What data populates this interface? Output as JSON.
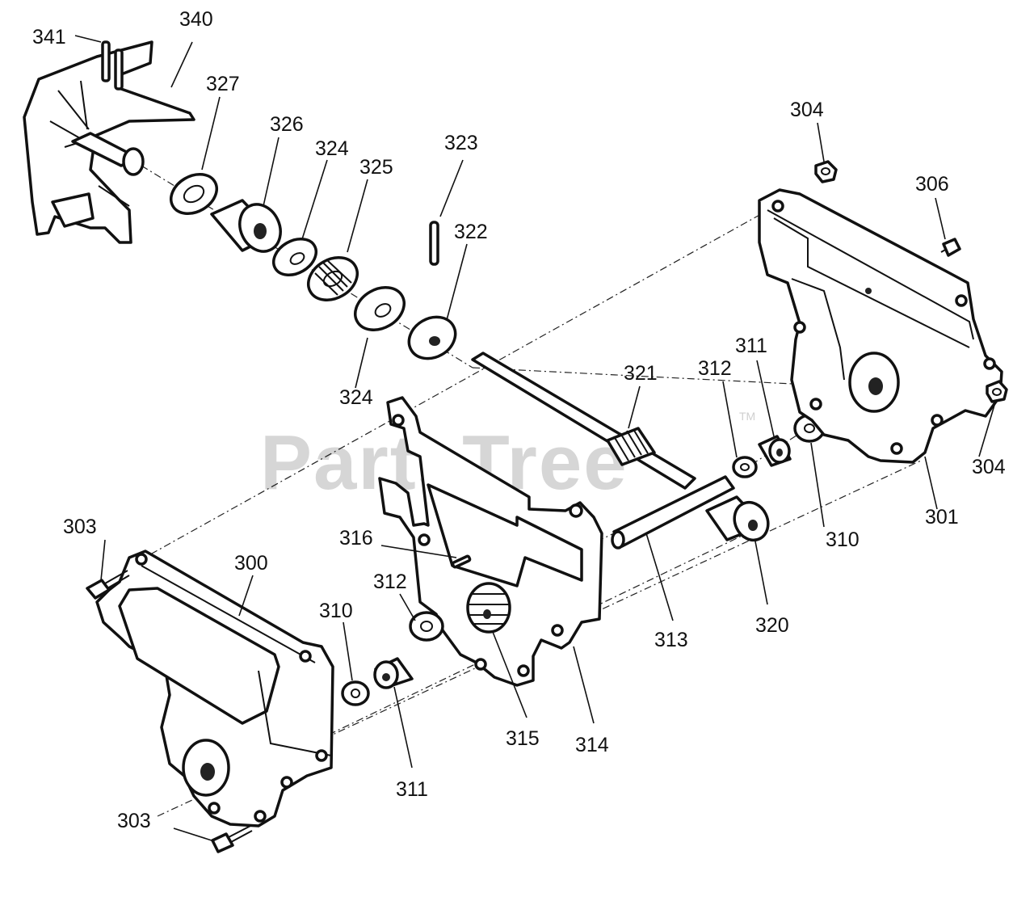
{
  "watermark": {
    "text": "PartsTree",
    "trademark": "TM"
  },
  "labels": {
    "p300": "300",
    "p301": "301",
    "p303a": "303",
    "p303b": "303",
    "p304a": "304",
    "p304b": "304",
    "p306": "306",
    "p310a": "310",
    "p310b": "310",
    "p311a": "311",
    "p311b": "311",
    "p312a": "312",
    "p312b": "312",
    "p313": "313",
    "p314": "314",
    "p315": "315",
    "p316": "316",
    "p320": "320",
    "p321": "321",
    "p322": "322",
    "p323": "323",
    "p324a": "324",
    "p324b": "324",
    "p325": "325",
    "p326": "326",
    "p327": "327",
    "p340": "340",
    "p341": "341"
  }
}
